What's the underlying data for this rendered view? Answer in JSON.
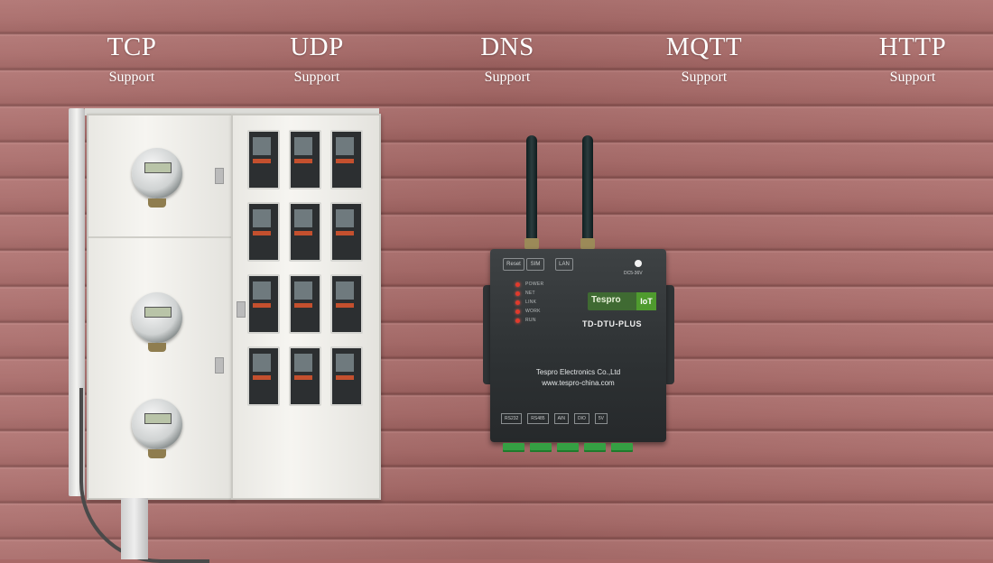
{
  "protocols": [
    {
      "name": "TCP",
      "label": "Support"
    },
    {
      "name": "UDP",
      "label": "Support"
    },
    {
      "name": "DNS",
      "label": "Support"
    },
    {
      "name": "MQTT",
      "label": "Support"
    },
    {
      "name": "HTTP",
      "label": "Support"
    }
  ],
  "device": {
    "brand": "Tespro",
    "badge": "IoT",
    "model": "TD-DTU-PLUS",
    "company": "Tespro Electronics Co.,Ltd",
    "website": "www.tespro-china.com",
    "ports": [
      "Reset",
      "SIM",
      "LAN"
    ],
    "power_label": "DC5-36V",
    "leds": [
      "POWER",
      "NET",
      "LINK",
      "WORK",
      "RUN"
    ],
    "terminal_labels": [
      "RS232",
      "RS485",
      "AIN",
      "DIO",
      "5V"
    ]
  }
}
